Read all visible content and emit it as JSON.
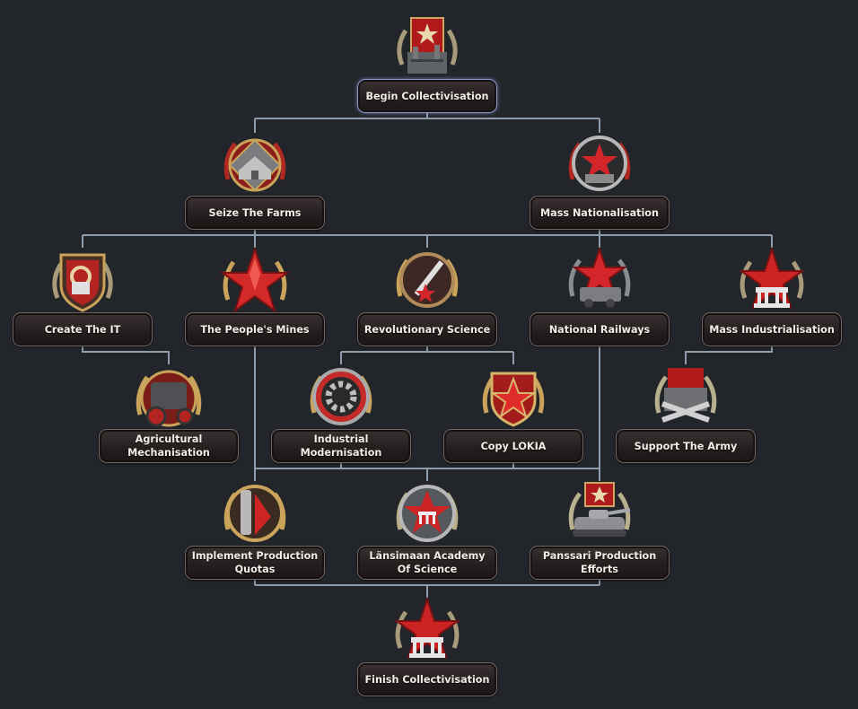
{
  "focus_tree": {
    "nodes": [
      {
        "id": "begin",
        "label": "Begin Collectivisation",
        "icon": "factory-star-icon"
      },
      {
        "id": "farms",
        "label": "Seize The Farms",
        "icon": "farm-barn-icon"
      },
      {
        "id": "nationalisation",
        "label": "Mass Nationalisation",
        "icon": "red-star-city-icon"
      },
      {
        "id": "it",
        "label": "Create The IT",
        "icon": "hammer-sickle-shield-icon"
      },
      {
        "id": "mines",
        "label": "The People's Mines",
        "icon": "red-star-icon"
      },
      {
        "id": "science",
        "label": "Revolutionary Science",
        "icon": "rocket-star-icon"
      },
      {
        "id": "railways",
        "label": "National Railways",
        "icon": "train-star-icon"
      },
      {
        "id": "industrialisation",
        "label": "Mass Industrialisation",
        "icon": "star-building-icon"
      },
      {
        "id": "agri",
        "label": "Agricultural Mechanisation",
        "icon": "tractor-icon"
      },
      {
        "id": "modern",
        "label": "Industrial Modernisation",
        "icon": "gear-icon"
      },
      {
        "id": "lokia",
        "label": "Copy LOKIA",
        "icon": "star-badge-icon"
      },
      {
        "id": "army",
        "label": "Support The Army",
        "icon": "factory-cannons-icon"
      },
      {
        "id": "quotas",
        "label": "Implement Production Quotas",
        "icon": "production-chart-icon"
      },
      {
        "id": "academy",
        "label": "Länsimaan Academy Of Science",
        "icon": "academy-star-icon"
      },
      {
        "id": "panssari",
        "label": "Panssari Production Efforts",
        "icon": "tank-flag-icon"
      },
      {
        "id": "finish",
        "label": "Finish Collectivisation",
        "icon": "star-building-icon"
      }
    ]
  },
  "colors": {
    "background": "#22252a",
    "connector": "#8e9cac",
    "soviet_red": "#c8201d",
    "gold": "#c9a45a"
  }
}
